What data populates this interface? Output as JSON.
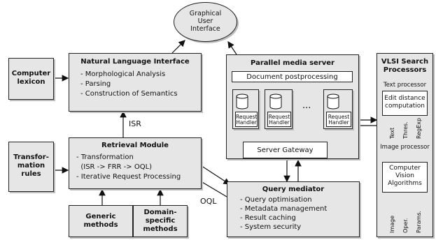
{
  "gui": {
    "title": "Graphical\nUser\nInterface"
  },
  "nli": {
    "title": "Natural Language Interface",
    "items": [
      "- Morphological Analysis",
      "- Parsing",
      "- Construction of Semantics"
    ]
  },
  "lexicon": {
    "title": "Computer\nlexicon"
  },
  "isr_label": "ISR",
  "oql_label": "OQL",
  "retrieval": {
    "title": "Retrieval Module",
    "items": [
      "- Transformation",
      "  (ISR -> FRR -> OQL)",
      "- Iterative Request Processing"
    ]
  },
  "transformation_rules": {
    "title": "Transfor-\nmation\nrules"
  },
  "generic_methods": {
    "title": "Generic\nmethods"
  },
  "domain_methods": {
    "title": "Domain-\nspecific\nmethods"
  },
  "server": {
    "title": "Parallel media server",
    "postprocessing": "Document postprocessing",
    "handler_label": "Request\nHandler",
    "ellipsis": "...",
    "gateway": "Server Gateway"
  },
  "mediator": {
    "title": "Query mediator",
    "items": [
      "- Query optimisation",
      "- Metadata management",
      "- Result caching",
      "- System security"
    ]
  },
  "vlsi": {
    "title": "VLSI Search\nProcessors",
    "text_processor": "Text processor",
    "edit_distance": "Edit distance\ncomputation",
    "text_inputs": [
      "Text",
      "Thres.",
      "RegExp"
    ],
    "image_processor": "Image processor",
    "vision": "Computer\nVision\nAlgorithms",
    "image_inputs": [
      "Image",
      "Oper.",
      "Params."
    ]
  }
}
